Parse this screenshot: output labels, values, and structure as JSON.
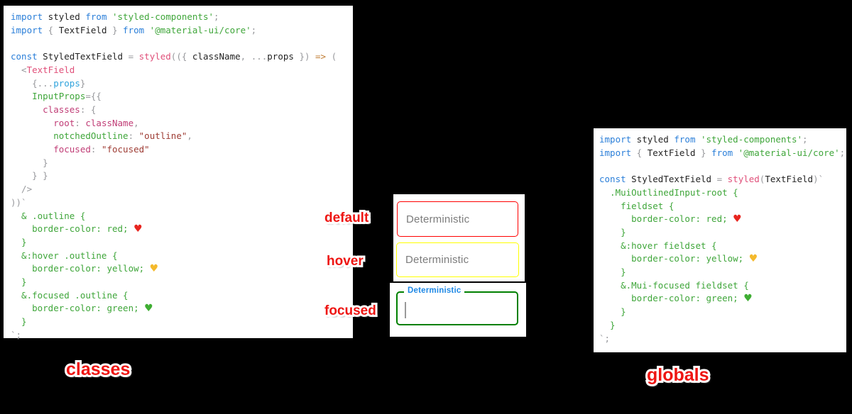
{
  "captions": {
    "left": "classes",
    "right": "globals"
  },
  "states": {
    "default_label": "default",
    "hover_label": "hover",
    "focused_label": "focused"
  },
  "textfields": {
    "placeholder": "Deterministic",
    "focused_label": "Deterministic"
  },
  "colors": {
    "default_border": "red",
    "hover_border": "yellow",
    "focused_border": "green",
    "state_label_red": "#ee1512",
    "focused_label_blue": "#1e88e5",
    "heart_red": "#e8251f",
    "heart_yellow": "#f4b92c",
    "heart_green": "#3fae33"
  },
  "left_code": {
    "lines": [
      [
        [
          "k",
          "import"
        ],
        [
          "d",
          " styled "
        ],
        [
          "k",
          "from"
        ],
        [
          "s",
          " 'styled-components'"
        ],
        [
          "g",
          ";"
        ]
      ],
      [
        [
          "k",
          "import"
        ],
        [
          "g",
          " { "
        ],
        [
          "d",
          "TextField"
        ],
        [
          "g",
          " } "
        ],
        [
          "k",
          "from"
        ],
        [
          "s",
          " '@material-ui/core'"
        ],
        [
          "g",
          ";"
        ]
      ],
      [],
      [
        [
          "k",
          "const"
        ],
        [
          "d",
          " StyledTextField "
        ],
        [
          "g",
          "= "
        ],
        [
          "f",
          "styled"
        ],
        [
          "g",
          "(({ "
        ],
        [
          "d",
          "className"
        ],
        [
          "g",
          ", ..."
        ],
        [
          "d",
          "props"
        ],
        [
          "g",
          " }) "
        ],
        [
          "a",
          "=>"
        ],
        [
          "g",
          " ("
        ]
      ],
      [
        [
          "g",
          "  <"
        ],
        [
          "f",
          "TextField"
        ]
      ],
      [
        [
          "g",
          "    {..."
        ],
        [
          "b",
          "props"
        ],
        [
          "g",
          "}"
        ]
      ],
      [
        [
          "gr",
          "    InputProps"
        ],
        [
          "g",
          "={{"
        ]
      ],
      [
        [
          "m",
          "      classes"
        ],
        [
          "g",
          ": {"
        ]
      ],
      [
        [
          "m",
          "        root"
        ],
        [
          "g",
          ": "
        ],
        [
          "m",
          "className"
        ],
        [
          "g",
          ","
        ]
      ],
      [
        [
          "gr",
          "        notchedOutline"
        ],
        [
          "g",
          ": "
        ],
        [
          "r",
          "\"outline\""
        ],
        [
          "g",
          ","
        ]
      ],
      [
        [
          "m",
          "        focused"
        ],
        [
          "g",
          ": "
        ],
        [
          "r",
          "\"focused\""
        ]
      ],
      [
        [
          "g",
          "      }"
        ]
      ],
      [
        [
          "g",
          "    } }"
        ]
      ],
      [
        [
          "g",
          "  />"
        ]
      ],
      [
        [
          "g",
          "))`"
        ]
      ],
      [
        [
          "s",
          "  & .outline {"
        ]
      ],
      [
        [
          "s",
          "    border-color: red; "
        ],
        [
          "hr",
          "♥"
        ]
      ],
      [
        [
          "s",
          "  }"
        ]
      ],
      [
        [
          "s",
          "  &:hover .outline {"
        ]
      ],
      [
        [
          "s",
          "    border-color: yellow; "
        ],
        [
          "hy",
          "♥"
        ]
      ],
      [
        [
          "s",
          "  }"
        ]
      ],
      [
        [
          "s",
          "  &.focused .outline {"
        ]
      ],
      [
        [
          "s",
          "    border-color: green; "
        ],
        [
          "hg",
          "♥"
        ]
      ],
      [
        [
          "s",
          "  }"
        ]
      ],
      [
        [
          "g",
          "`;"
        ]
      ]
    ]
  },
  "right_code": {
    "lines": [
      [
        [
          "k",
          "import"
        ],
        [
          "d",
          " styled "
        ],
        [
          "k",
          "from"
        ],
        [
          "s",
          " 'styled-components'"
        ],
        [
          "g",
          ";"
        ]
      ],
      [
        [
          "k",
          "import"
        ],
        [
          "g",
          " { "
        ],
        [
          "d",
          "TextField"
        ],
        [
          "g",
          " } "
        ],
        [
          "k",
          "from"
        ],
        [
          "s",
          " '@material-ui/core'"
        ],
        [
          "g",
          ";"
        ]
      ],
      [],
      [
        [
          "k",
          "const"
        ],
        [
          "d",
          " StyledTextField "
        ],
        [
          "g",
          "= "
        ],
        [
          "f",
          "styled"
        ],
        [
          "g",
          "("
        ],
        [
          "d",
          "TextField"
        ],
        [
          "g",
          ")`"
        ]
      ],
      [
        [
          "s",
          "  .MuiOutlinedInput-root {"
        ]
      ],
      [
        [
          "s",
          "    fieldset {"
        ]
      ],
      [
        [
          "s",
          "      border-color: red; "
        ],
        [
          "hr",
          "♥"
        ]
      ],
      [
        [
          "s",
          "    }"
        ]
      ],
      [
        [
          "s",
          "    &:hover fieldset {"
        ]
      ],
      [
        [
          "s",
          "      border-color: yellow; "
        ],
        [
          "hy",
          "♥"
        ]
      ],
      [
        [
          "s",
          "    }"
        ]
      ],
      [
        [
          "s",
          "    &.Mui-focused fieldset {"
        ]
      ],
      [
        [
          "s",
          "      border-color: green; "
        ],
        [
          "hg",
          "♥"
        ]
      ],
      [
        [
          "s",
          "    }"
        ]
      ],
      [
        [
          "s",
          "  }"
        ]
      ],
      [
        [
          "g",
          "`;"
        ]
      ]
    ]
  }
}
